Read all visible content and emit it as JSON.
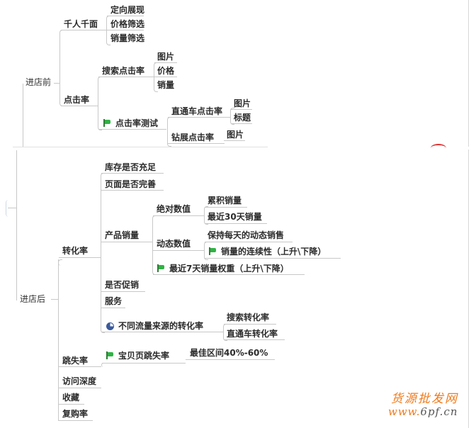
{
  "mindmap": {
    "before_store": {
      "label": "进店前",
      "children": {
        "thousand_faces": {
          "label": "千人千面",
          "children": [
            "定向展现",
            "价格筛选",
            "销量筛选"
          ]
        },
        "ctr": {
          "label": "点击率",
          "children": {
            "search_ctr": {
              "label": "搜索点击率",
              "children": [
                "图片",
                "价格",
                "销量"
              ]
            },
            "ctr_test": {
              "label": "点击率测试",
              "icon": "green-flag-icon",
              "children": {
                "through_train": {
                  "label": "直通车点击率",
                  "children": [
                    "图片",
                    "标题"
                  ]
                },
                "diamond_booth": {
                  "label": "钻展点击率",
                  "children": [
                    "图片"
                  ]
                }
              }
            }
          }
        }
      }
    },
    "after_store": {
      "label": "进店后",
      "children": {
        "conversion": {
          "label": "转化率",
          "children": {
            "stock": {
              "label": "库存是否充足"
            },
            "page": {
              "label": "页面是否完善"
            },
            "sales": {
              "label": "产品销量",
              "children": {
                "absolute": {
                  "label": "绝对数值",
                  "children": [
                    "累积销量",
                    "最近30天销量"
                  ]
                },
                "dynamic": {
                  "label": "动态数值",
                  "children": [
                    "保持每天的动态销售",
                    "销量的连续性（上升\\下降）"
                  ],
                  "child_icons": [
                    "",
                    "green-flag-icon"
                  ]
                },
                "weight7": {
                  "label": "最近7天销量权重（上升\\下降）",
                  "icon": "green-flag-icon"
                }
              }
            },
            "promo": {
              "label": "是否促销"
            },
            "service": {
              "label": "服务"
            },
            "traffic": {
              "label": "不同流量来源的转化率",
              "icon": "pie-chart-icon",
              "children": [
                "搜索转化率",
                "直通车转化率"
              ]
            }
          }
        },
        "bounce": {
          "label": "跳失率",
          "children": {
            "item_bounce": {
              "label": "宝贝页跳失率",
              "icon": "green-flag-icon",
              "children": [
                "最佳区间40%-60%"
              ]
            }
          }
        },
        "depth": {
          "label": "访问深度"
        },
        "favorite": {
          "label": "收藏"
        },
        "repurchase": {
          "label": "复购率"
        }
      }
    }
  },
  "watermark": {
    "line1": "货源批发网",
    "line2_prefix": "www.",
    "line2_domain": "6pf.cn"
  },
  "colors": {
    "connector": "#c8c8c8",
    "flag": "#2fb344",
    "watermark": "#f07a1c",
    "pie": "#3b5a9a"
  }
}
